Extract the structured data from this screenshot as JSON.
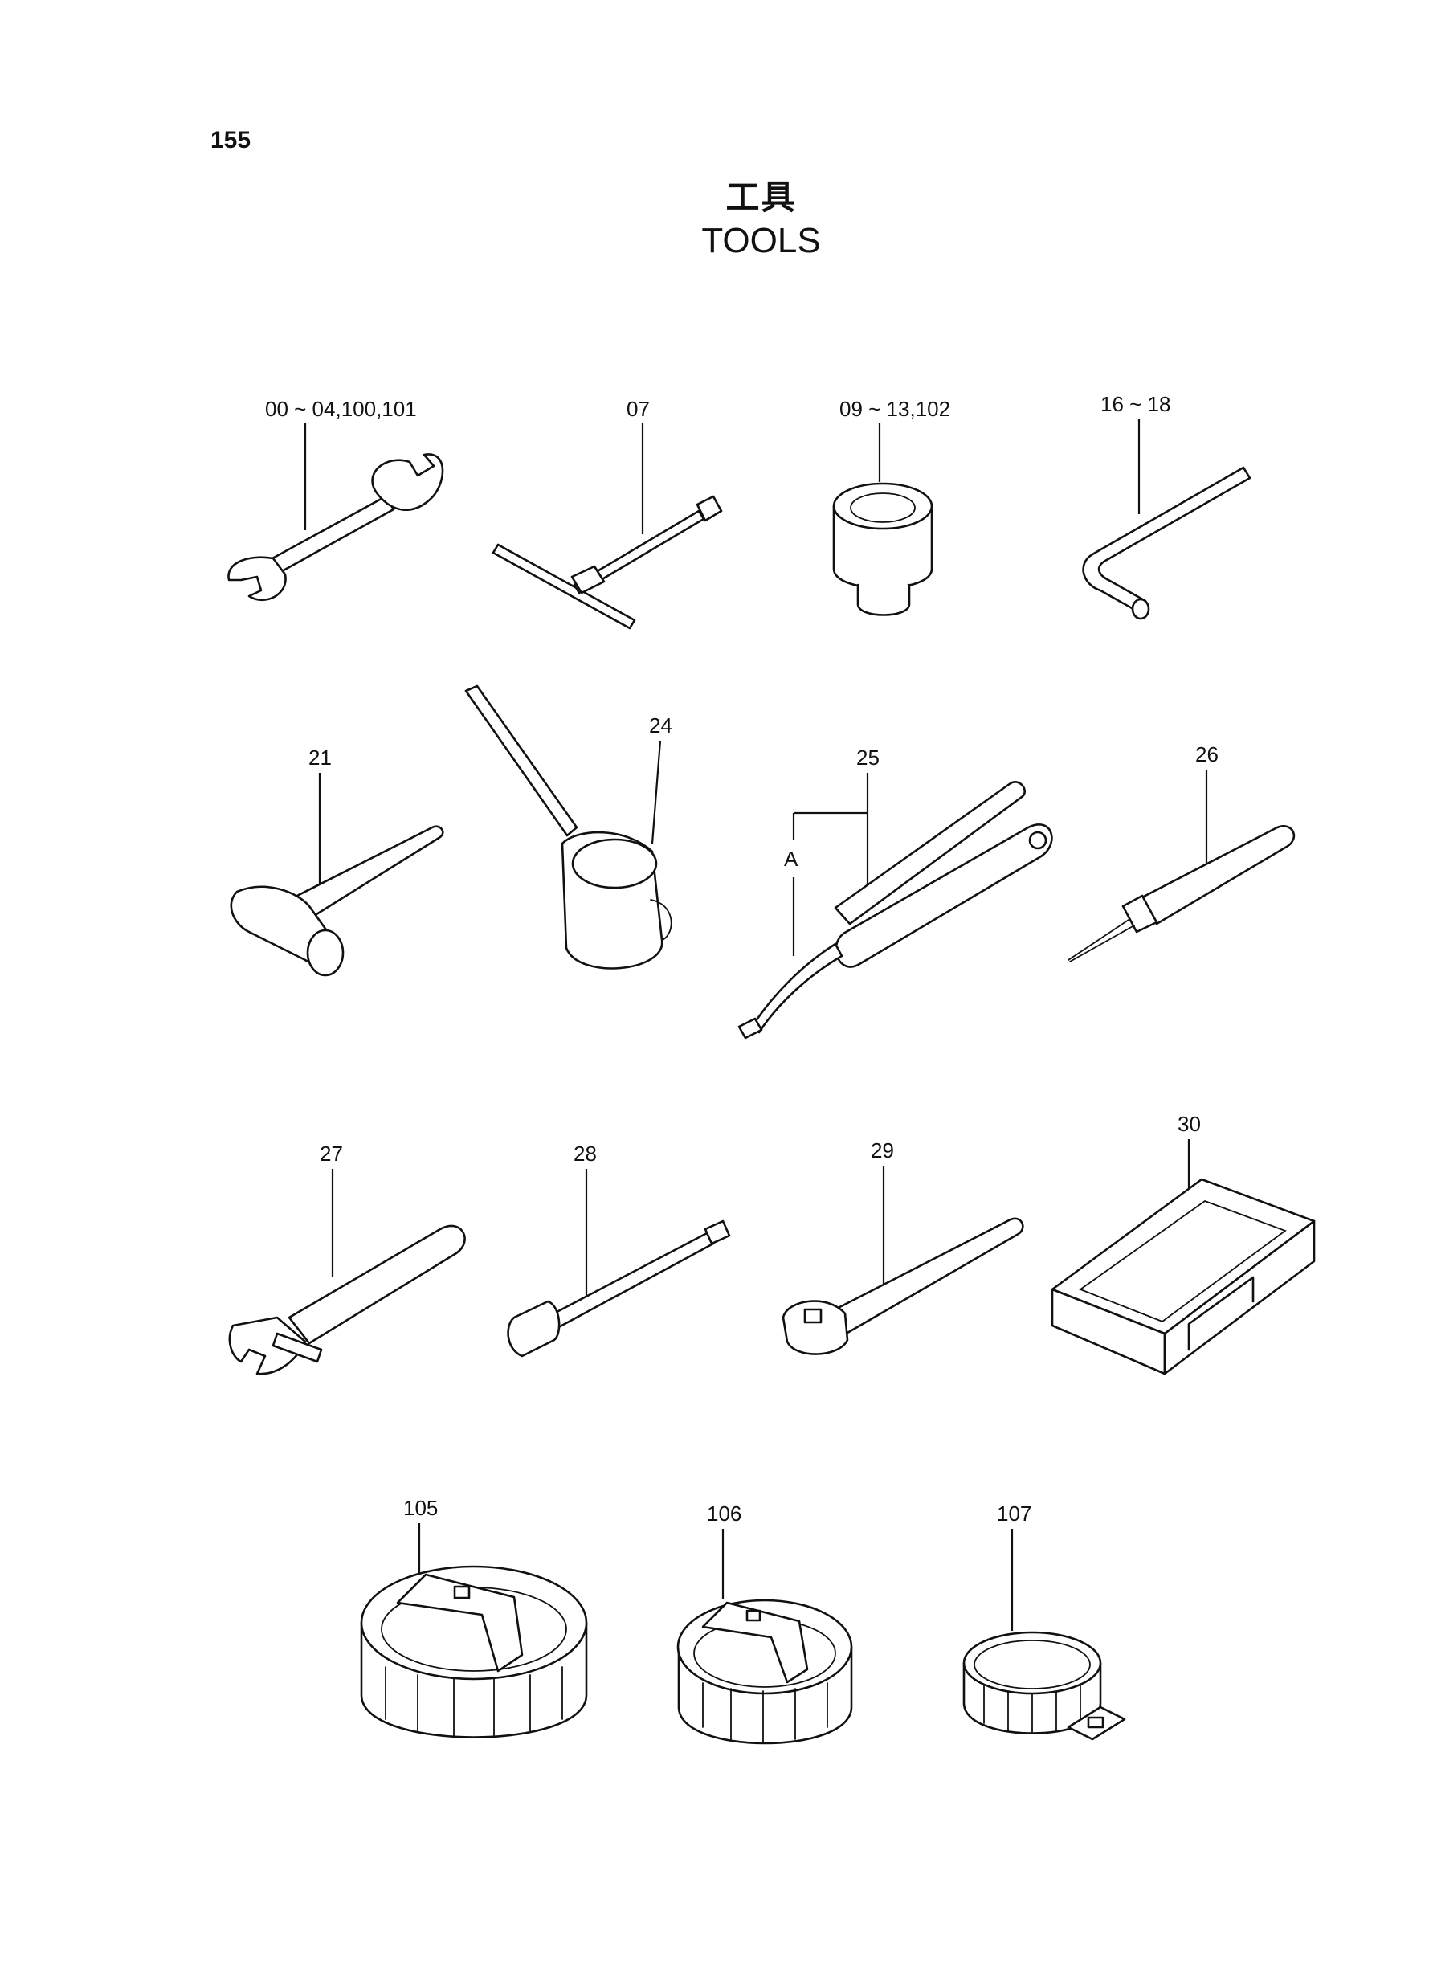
{
  "page_number": "155",
  "title_jp": "工具",
  "title_en": "TOOLS",
  "labels": {
    "wrench": "00 ~ 04,100,101",
    "t_wrench": "07",
    "socket": "09 ~ 13,102",
    "hex_key": "16 ~ 18",
    "hammer": "21",
    "oil_can": "24",
    "grease_gun": "25",
    "grease_gun_sub": "A",
    "screwdriver": "26",
    "adjustable_wrench": "27",
    "extension_bar": "28",
    "ratchet_handle": "29",
    "tool_box": "30",
    "filter_wrench_105": "105",
    "filter_wrench_106": "106",
    "filter_wrench_107": "107"
  }
}
